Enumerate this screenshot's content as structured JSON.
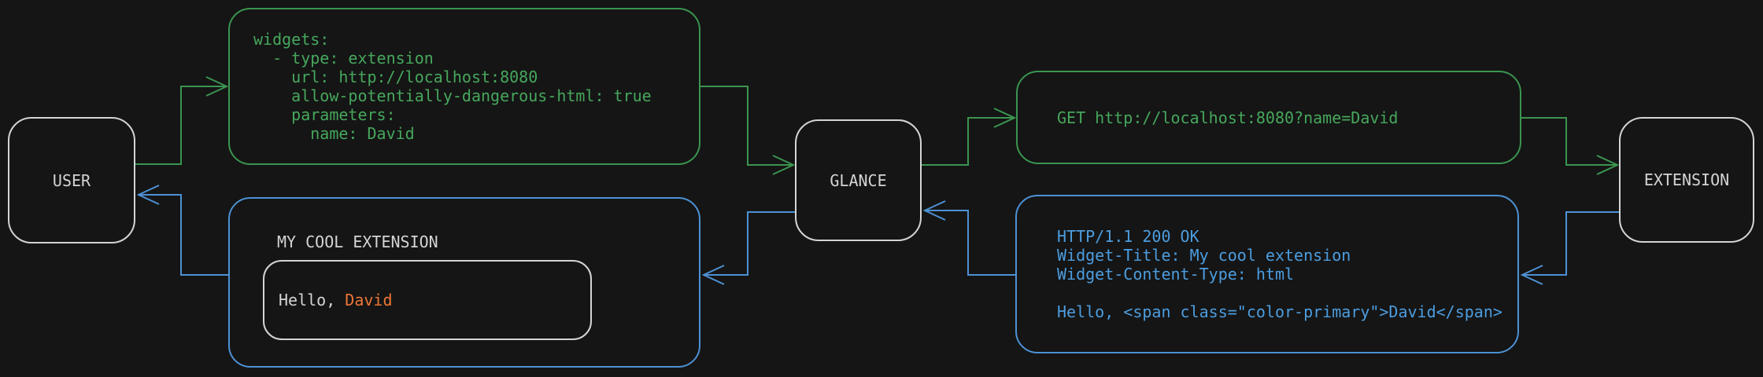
{
  "colors": {
    "bg": "#151515",
    "node": "#d4d4d4",
    "text": "#d4d4d4",
    "green": "#3a9550",
    "green-text": "#46a75c",
    "blue": "#4d91d4",
    "blue-text": "#4c9ddf",
    "orange": "#ed7636"
  },
  "nodes": {
    "user": "USER",
    "glance": "GLANCE",
    "extension": "EXTENSION"
  },
  "config_box": {
    "code": "widgets:\n  - type: extension\n    url: http://localhost:8080\n    allow-potentially-dangerous-html: true\n    parameters:\n      name: David"
  },
  "request_box": {
    "text": "GET http://localhost:8080?name=David"
  },
  "response_box": {
    "code": "HTTP/1.1 200 OK\nWidget-Title: My cool extension\nWidget-Content-Type: html\n\nHello, <span class=\"color-primary\">David</span>"
  },
  "widget_box": {
    "title": "MY COOL EXTENSION",
    "greeting_prefix": "Hello, ",
    "greeting_name": "David"
  }
}
